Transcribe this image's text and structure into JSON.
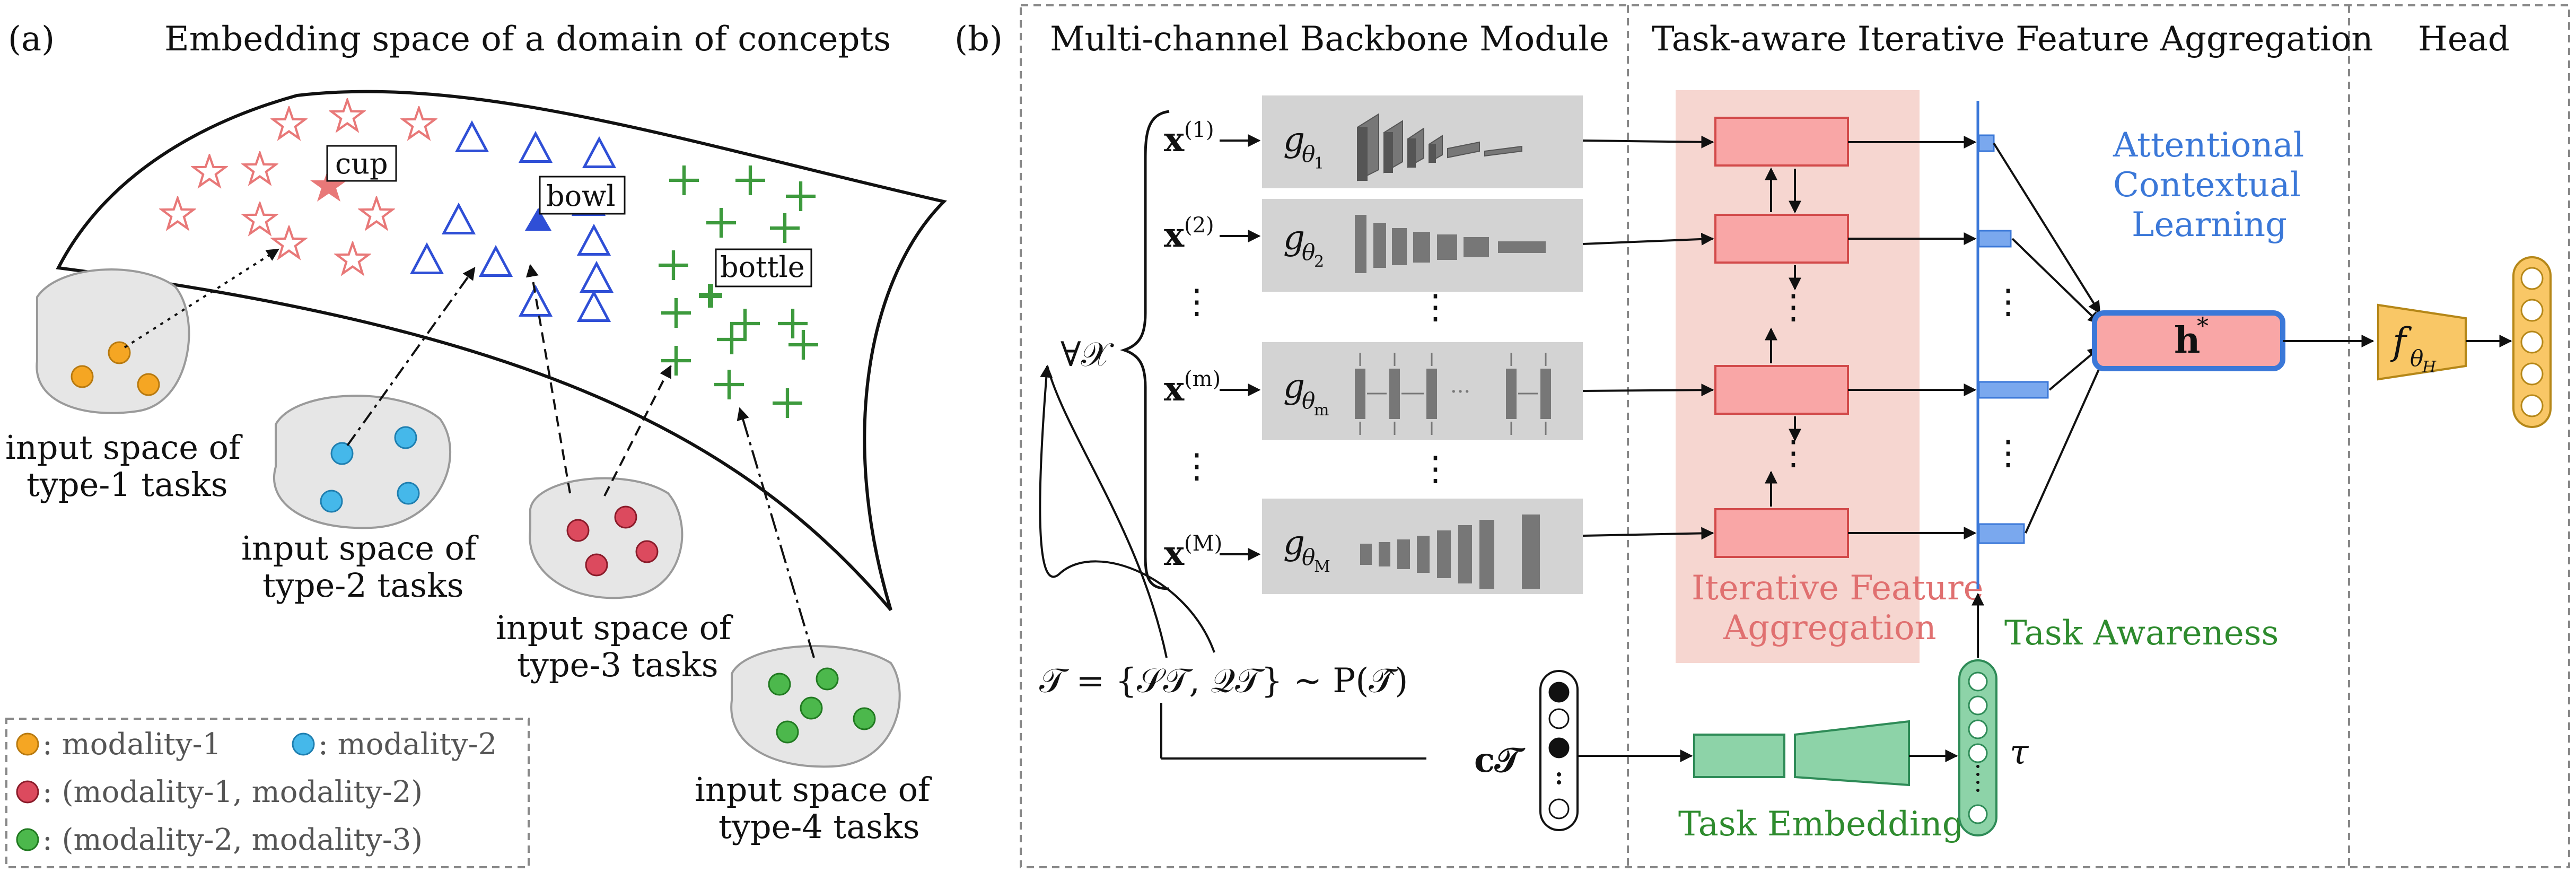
{
  "panel_a": {
    "label": "(a)",
    "title": "Embedding space of a domain of concepts",
    "concepts": {
      "cup": "cup",
      "bowl": "bowl",
      "bottle": "bottle"
    },
    "input_spaces": [
      {
        "line1": "input space of",
        "line2": "type-1 tasks"
      },
      {
        "line1": "input space of",
        "line2": "type-2 tasks"
      },
      {
        "line1": "input space of",
        "line2": "type-3 tasks"
      },
      {
        "line1": "input space of",
        "line2": "type-4 tasks"
      }
    ],
    "legend": {
      "m1": ": modality-1",
      "m2": ": modality-2",
      "m12": ": (modality-1,  modality-2)",
      "m23": ": (modality-2,  modality-3)"
    },
    "colors": {
      "modality1": "#f5a623",
      "modality2": "#45b8ea",
      "modality12": "#dc4a5e",
      "modality23": "#4cb84c",
      "star": "#e87878",
      "triangle": "#2f4fd6",
      "plus": "#3d9a3d"
    }
  },
  "panel_b": {
    "label": "(b)",
    "sections": {
      "backbone": "Multi-channel Backbone Module",
      "aggregation": "Task-aware Iterative Feature Aggregation",
      "head": "Head"
    },
    "inputs": [
      "x",
      "x",
      "x",
      "x"
    ],
    "input_sups": [
      "(1)",
      "(2)",
      "(m)",
      "(M)"
    ],
    "backbones": [
      "g",
      "g",
      "g",
      "g"
    ],
    "backbone_subs": [
      "θ",
      "θ",
      "θ",
      "θ"
    ],
    "backbone_subsubs": [
      "1",
      "2",
      "m",
      "M"
    ],
    "forall": "∀𝒳",
    "vdots": "⋮",
    "hdots": "···",
    "ifa_label1": "Iterative Feature",
    "ifa_label2": "Aggregation",
    "acl_label1": "Attentional",
    "acl_label2": "Contextual",
    "acl_label3": "Learning",
    "h_star": "h",
    "h_sup": "*",
    "head_f": "f",
    "head_sub": "θ",
    "head_subsub": "H",
    "task_awareness": "Task Awareness",
    "task_embedding": "Task Embedding",
    "tau": "τ",
    "task_def": "𝒯 = {𝒮𝒯, 𝒬𝒯} ∼ P(𝒯̂)",
    "c_t": "c𝒯"
  }
}
